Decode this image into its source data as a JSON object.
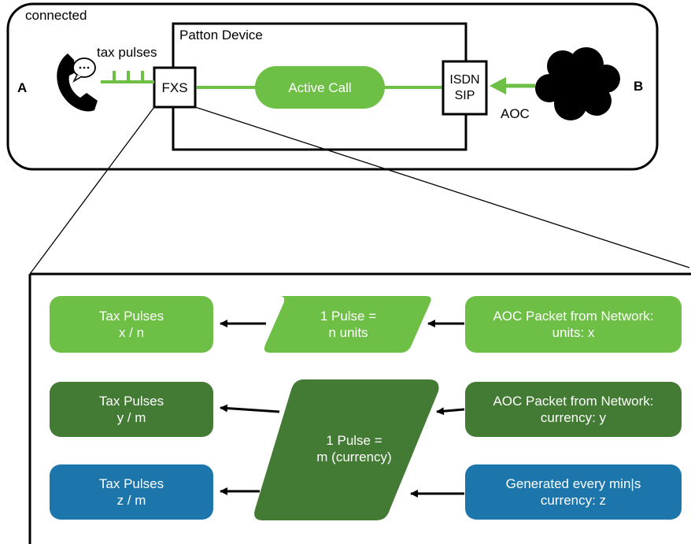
{
  "top": {
    "status_label": "connected",
    "endpoint_a": "A",
    "endpoint_b": "B",
    "device_label": "Patton Device",
    "tax_pulses_label": "tax pulses",
    "fxs_label": "FXS",
    "active_call_label": "Active Call",
    "isdn_label": "ISDN",
    "sip_label": "SIP",
    "aoc_label": "AOC"
  },
  "rows": [
    {
      "output": {
        "line1": "Tax Pulses",
        "line2": "x / n"
      },
      "input": {
        "line1": "AOC Packet from Network:",
        "line2": "units: x"
      }
    },
    {
      "output": {
        "line1": "Tax Pulses",
        "line2": "y / m"
      },
      "input": {
        "line1": "AOC Packet from Network:",
        "line2": "currency: y"
      }
    },
    {
      "output": {
        "line1": "Tax Pulses",
        "line2": "z / m"
      },
      "input": {
        "line1": "Generated every min|s",
        "line2": "currency: z"
      }
    }
  ],
  "conversions": [
    {
      "line1": "1 Pulse =",
      "line2": "n units"
    },
    {
      "line1": "1 Pulse =",
      "line2": "m (currency)"
    }
  ],
  "colors": {
    "light_green": "#6dbf45",
    "dark_green": "#437a34",
    "blue": "#1c75ab"
  }
}
